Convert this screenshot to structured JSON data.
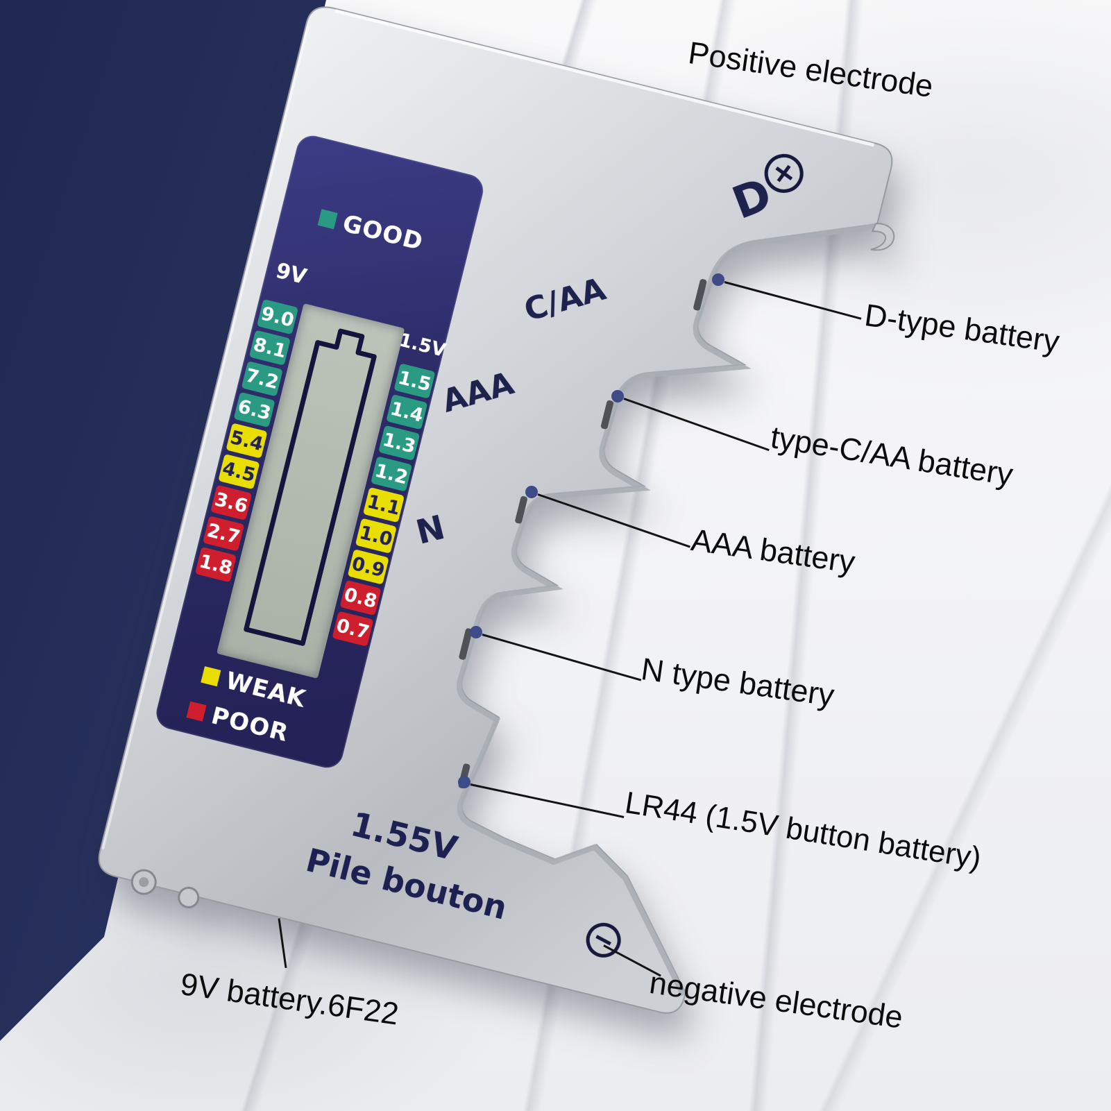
{
  "device": {
    "display": {
      "good_label": "GOOD",
      "weak_label": "WEAK",
      "poor_label": "POOR",
      "left_header": "9V",
      "right_header": "1.5V",
      "left_scale": [
        "9.0",
        "8.1",
        "7.2",
        "6.3",
        "5.4",
        "4.5",
        "3.6",
        "2.7",
        "1.8"
      ],
      "left_levels": [
        "good",
        "good",
        "good",
        "good",
        "weak",
        "weak",
        "poor",
        "poor",
        "poor"
      ],
      "right_scale": [
        "1.5",
        "1.4",
        "1.3",
        "1.2",
        "1.1",
        "1.0",
        "0.9",
        "0.8",
        "0.7"
      ],
      "right_levels": [
        "good",
        "good",
        "good",
        "good",
        "weak",
        "weak",
        "weak",
        "poor",
        "poor"
      ],
      "colors": {
        "good": "#2a9a82",
        "weak": "#e8df00",
        "poor": "#cf1f2e",
        "panel": "#2a2860",
        "screen": "#b4bcb2"
      }
    },
    "slot_labels": {
      "d": "D",
      "c_aa": "C/AA",
      "aaa": "AAA",
      "n": "N"
    },
    "bottom_line1": "1.55V",
    "bottom_line2": "Pile bouton"
  },
  "annotations": {
    "positive_electrode": "Positive electrode",
    "d_type": "D-type battery",
    "type_c_aa": "type-C/AA battery",
    "aaa": "AAA battery",
    "n_type": "N type battery",
    "lr44": "LR44 (1.5V button battery)",
    "negative_electrode": "negative electrode",
    "nine_v": "9V battery.6F22"
  }
}
